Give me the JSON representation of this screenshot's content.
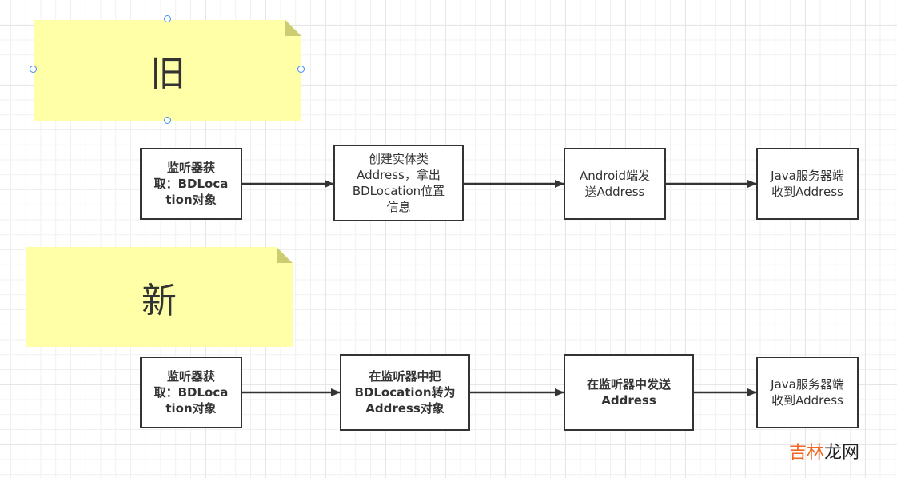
{
  "notes": {
    "old": {
      "label": "旧",
      "color": "#ffffa8"
    },
    "new": {
      "label": "新",
      "color": "#ffffa8"
    }
  },
  "old_flow": {
    "steps": [
      {
        "text": "监听器获\n取：BDLoca\ntion对象",
        "bold": true
      },
      {
        "text": "创建实体类\nAddress，拿出\nBDLocation位置\n信息",
        "bold": false
      },
      {
        "text": "Android端发\n送Address",
        "bold": false
      },
      {
        "text": "Java服务器端\n收到Address",
        "bold": false
      }
    ]
  },
  "new_flow": {
    "steps": [
      {
        "text": "监听器获\n取：BDLoca\ntion对象",
        "bold": true
      },
      {
        "text": "在监听器中把\nBDLocation转为\nAddress对象",
        "bold": true
      },
      {
        "text": "在监听器中发送\nAddress",
        "bold": true
      },
      {
        "text": "Java服务器端\n收到Address",
        "bold": false
      }
    ]
  },
  "watermark": {
    "part1": "吉林",
    "part2": "龙网",
    "accent": "#f26522"
  },
  "selection_handle_color": "#3d8ef0"
}
